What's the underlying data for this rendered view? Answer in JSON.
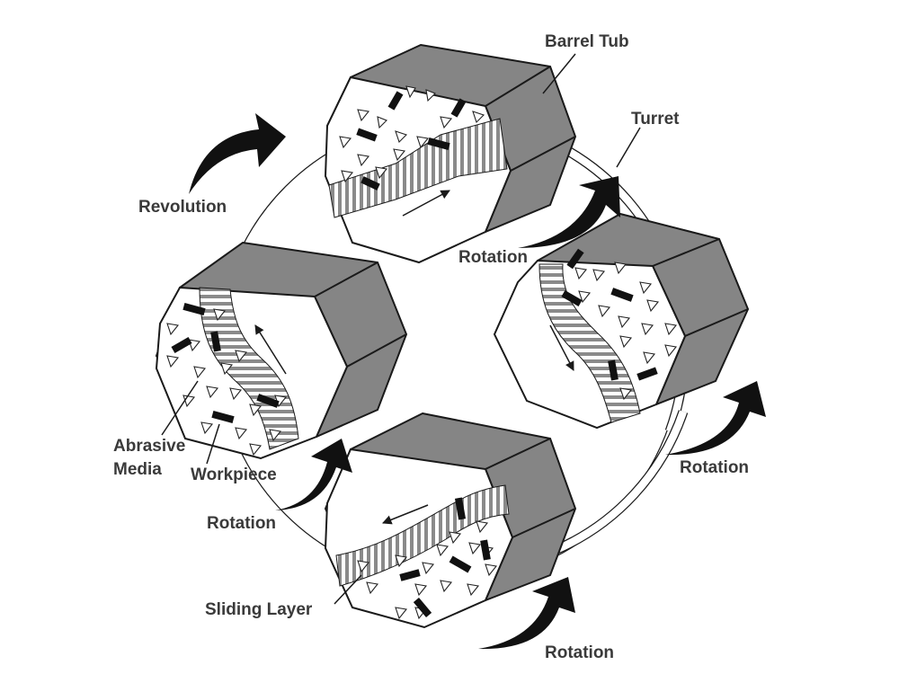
{
  "labels": {
    "barrel_tub": "Barrel Tub",
    "turret": "Turret",
    "revolution": "Revolution",
    "rotation": "Rotation",
    "abrasive_media_line1": "Abrasive",
    "abrasive_media_line2": "Media",
    "workpiece": "Workpiece",
    "sliding_layer": "Sliding Layer"
  },
  "colors": {
    "side_face": "#858585",
    "stripe": "#8a8a8a",
    "outline": "#1a1a1a",
    "arrow": "#111111",
    "text": "#3a3a3a"
  }
}
